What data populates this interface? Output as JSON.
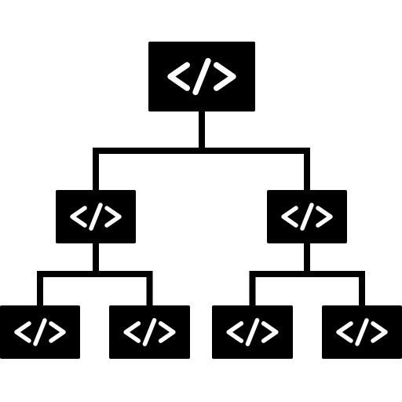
{
  "diagram": {
    "type": "tree",
    "foreground_color": "#000000",
    "background_color": "#ffffff",
    "glyph_color": "#ffffff",
    "node_icon": "code-tag-icon",
    "nodes": [
      {
        "id": "root",
        "label": "</>",
        "level": 0,
        "parent": null
      },
      {
        "id": "left",
        "label": "</>",
        "level": 1,
        "parent": "root"
      },
      {
        "id": "right",
        "label": "</>",
        "level": 1,
        "parent": "root"
      },
      {
        "id": "left-left",
        "label": "</>",
        "level": 2,
        "parent": "left"
      },
      {
        "id": "left-right",
        "label": "</>",
        "level": 2,
        "parent": "left"
      },
      {
        "id": "right-left",
        "label": "</>",
        "level": 2,
        "parent": "right"
      },
      {
        "id": "right-right",
        "label": "</>",
        "level": 2,
        "parent": "right"
      }
    ]
  }
}
